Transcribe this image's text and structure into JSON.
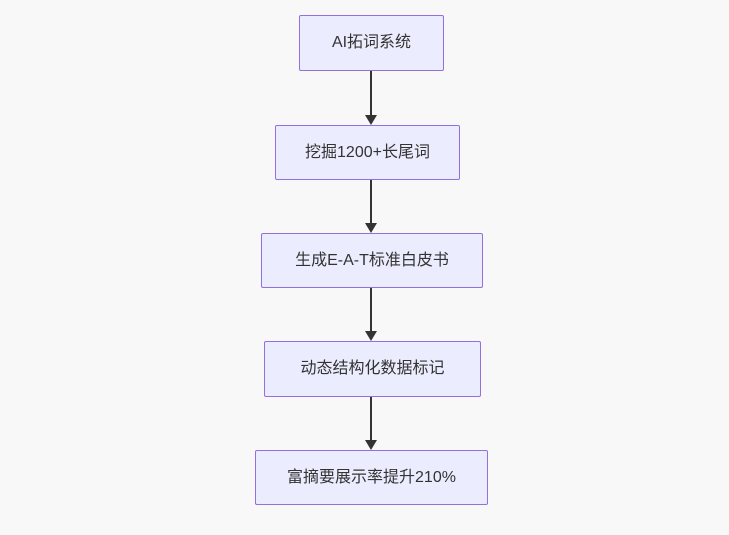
{
  "canvas": {
    "background_color": "#f8f8f8"
  },
  "flowchart": {
    "direction": "top-down",
    "node_fill_color": "#ECECFF",
    "node_border_color": "#9370DB",
    "edge_color": "#333333",
    "text_color": "#333333",
    "nodes": [
      {
        "label": "AI拓词系统"
      },
      {
        "label": "挖掘1200+长尾词"
      },
      {
        "label": "生成E-A-T标准白皮书"
      },
      {
        "label": "动态结构化数据标记"
      },
      {
        "label": "富摘要展示率提升210%"
      }
    ],
    "edges": [
      {
        "from": 0,
        "to": 1
      },
      {
        "from": 1,
        "to": 2
      },
      {
        "from": 2,
        "to": 3
      },
      {
        "from": 3,
        "to": 4
      }
    ]
  }
}
